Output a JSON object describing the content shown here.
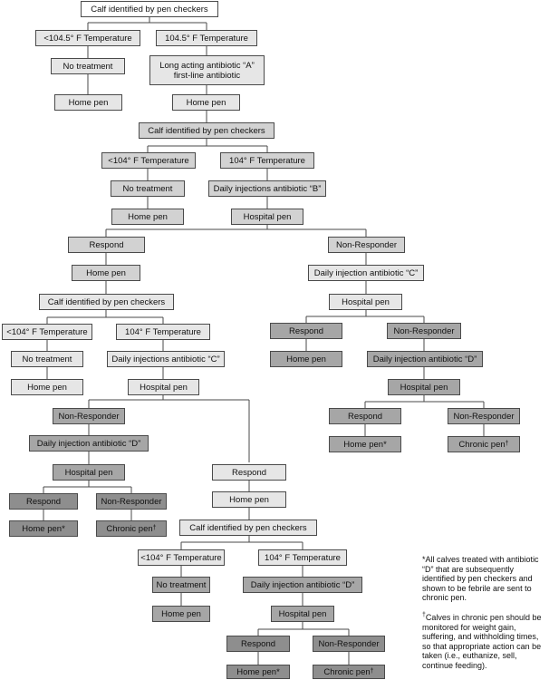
{
  "nodes": {
    "n1": "Calf identified by pen checkers",
    "n2": "<104.5° F Temperature",
    "n3": "104.5° F Temperature",
    "n4": "No treatment",
    "n5a": "Long acting antibiotic “A”",
    "n5b": "first-line antibiotic",
    "n6": "Home pen",
    "n7": "Home pen",
    "n8": "Calf identified by pen checkers",
    "n9": "<104° F Temperature",
    "n10": "104° F Temperature",
    "n11": "No treatment",
    "n12": "Daily injections antibiotic “B”",
    "n13": "Home pen",
    "n14": "Hospital pen",
    "n15": "Respond",
    "n16": "Non-Responder",
    "n17": "Home pen",
    "n18": "Daily injection antibiotic “C”",
    "n19": "Calf identified by pen checkers",
    "n20": "Hospital pen",
    "n21": "<104° F Temperature",
    "n22": "104° F Temperature",
    "n23": "Respond",
    "n24": "Non-Responder",
    "n25": "No treatment",
    "n26": "Daily injections antibiotic “C”",
    "n27": "Home pen",
    "n28": "Daily injection antibiotic “D”",
    "n29": "Home pen",
    "n30": "Hospital pen",
    "n31": "Hospital pen",
    "n32": "Non-Responder",
    "n33": "Respond",
    "n34": "Non-Responder",
    "n35": "Daily injection antibiotic “D”",
    "n36": "Home pen*",
    "n37": "Chronic pen",
    "n38": "Hospital pen",
    "n39": "Respond",
    "n40": "Respond",
    "n41": "Non-Responder",
    "n42": "Home pen",
    "n43": "Home pen*",
    "n44": "Chronic pen",
    "n45": "Calf identified by pen checkers",
    "n46": "<104° F Temperature",
    "n47": "104° F Temperature",
    "n48": "No treatment",
    "n49": "Daily injection antibiotic “D”",
    "n50": "Home pen",
    "n51": "Hospital pen",
    "n52": "Respond",
    "n53": "Non-Responder",
    "n54": "Home pen*",
    "n55": "Chronic pen"
  },
  "dagger": "†",
  "notes": {
    "note1": "*All calves treated with antibiotic “D” that are subsequently identified by pen checkers and shown to be febrile are sent to chronic pen.",
    "note2_mark": "†",
    "note2": "Calves in chronic pen should be monitored for weight gain, suffering, and withholding times, so that appropriate action can be taken (i.e., euthanize, sell, continue feeding)."
  },
  "colors": {
    "white": "#ffffff",
    "light_gray": "#e6e6e6",
    "medium_gray": "#d2d2d2",
    "dark_gray": "#a6a6a6",
    "darker_gray": "#8e8e8e",
    "line": "#4a4a4a"
  }
}
